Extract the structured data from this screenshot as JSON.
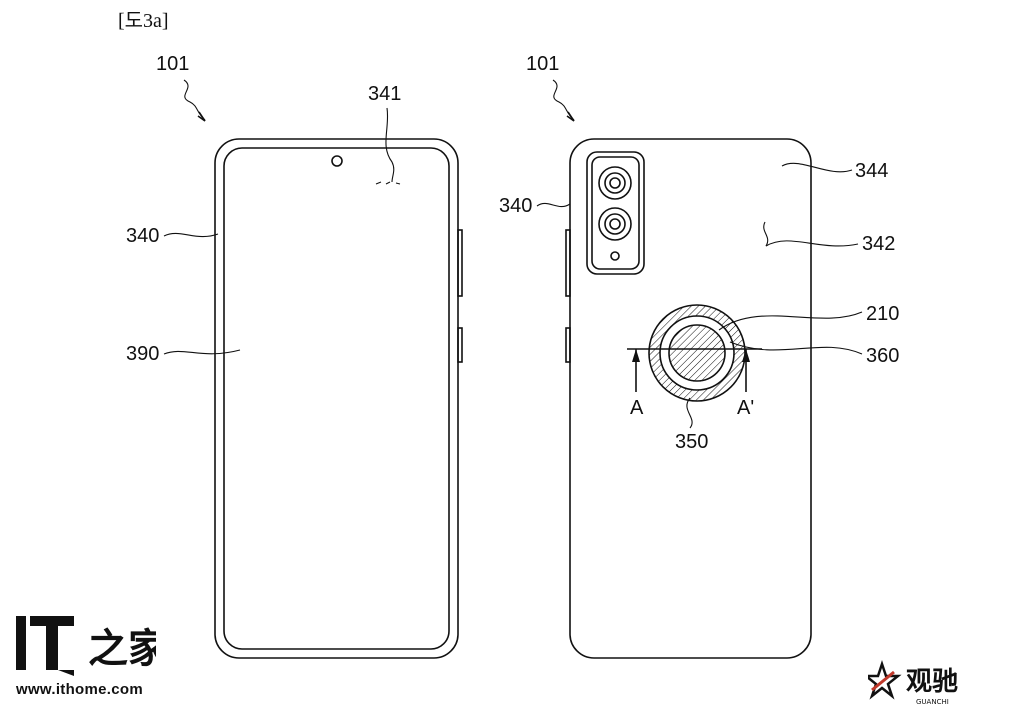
{
  "figure_label": "[도3a]",
  "front_view": {
    "ref_device": "101",
    "ref_camera_hole": "341",
    "ref_frame": "340",
    "ref_display": "390"
  },
  "rear_view": {
    "ref_device": "101",
    "ref_back_cover": "344",
    "ref_frame": "340",
    "ref_back_surface": "342",
    "ref_sensor_ring": "210",
    "ref_sensor_window": "360",
    "ref_section_ring": "350",
    "section_mark_left": "A",
    "section_mark_right": "A'"
  },
  "watermarks": {
    "ithome_logo_text": "IT之家",
    "ithome_url": "www.ithome.com",
    "guanchi_logo_text": "观驰",
    "guanchi_sub": "GUANCHI"
  }
}
